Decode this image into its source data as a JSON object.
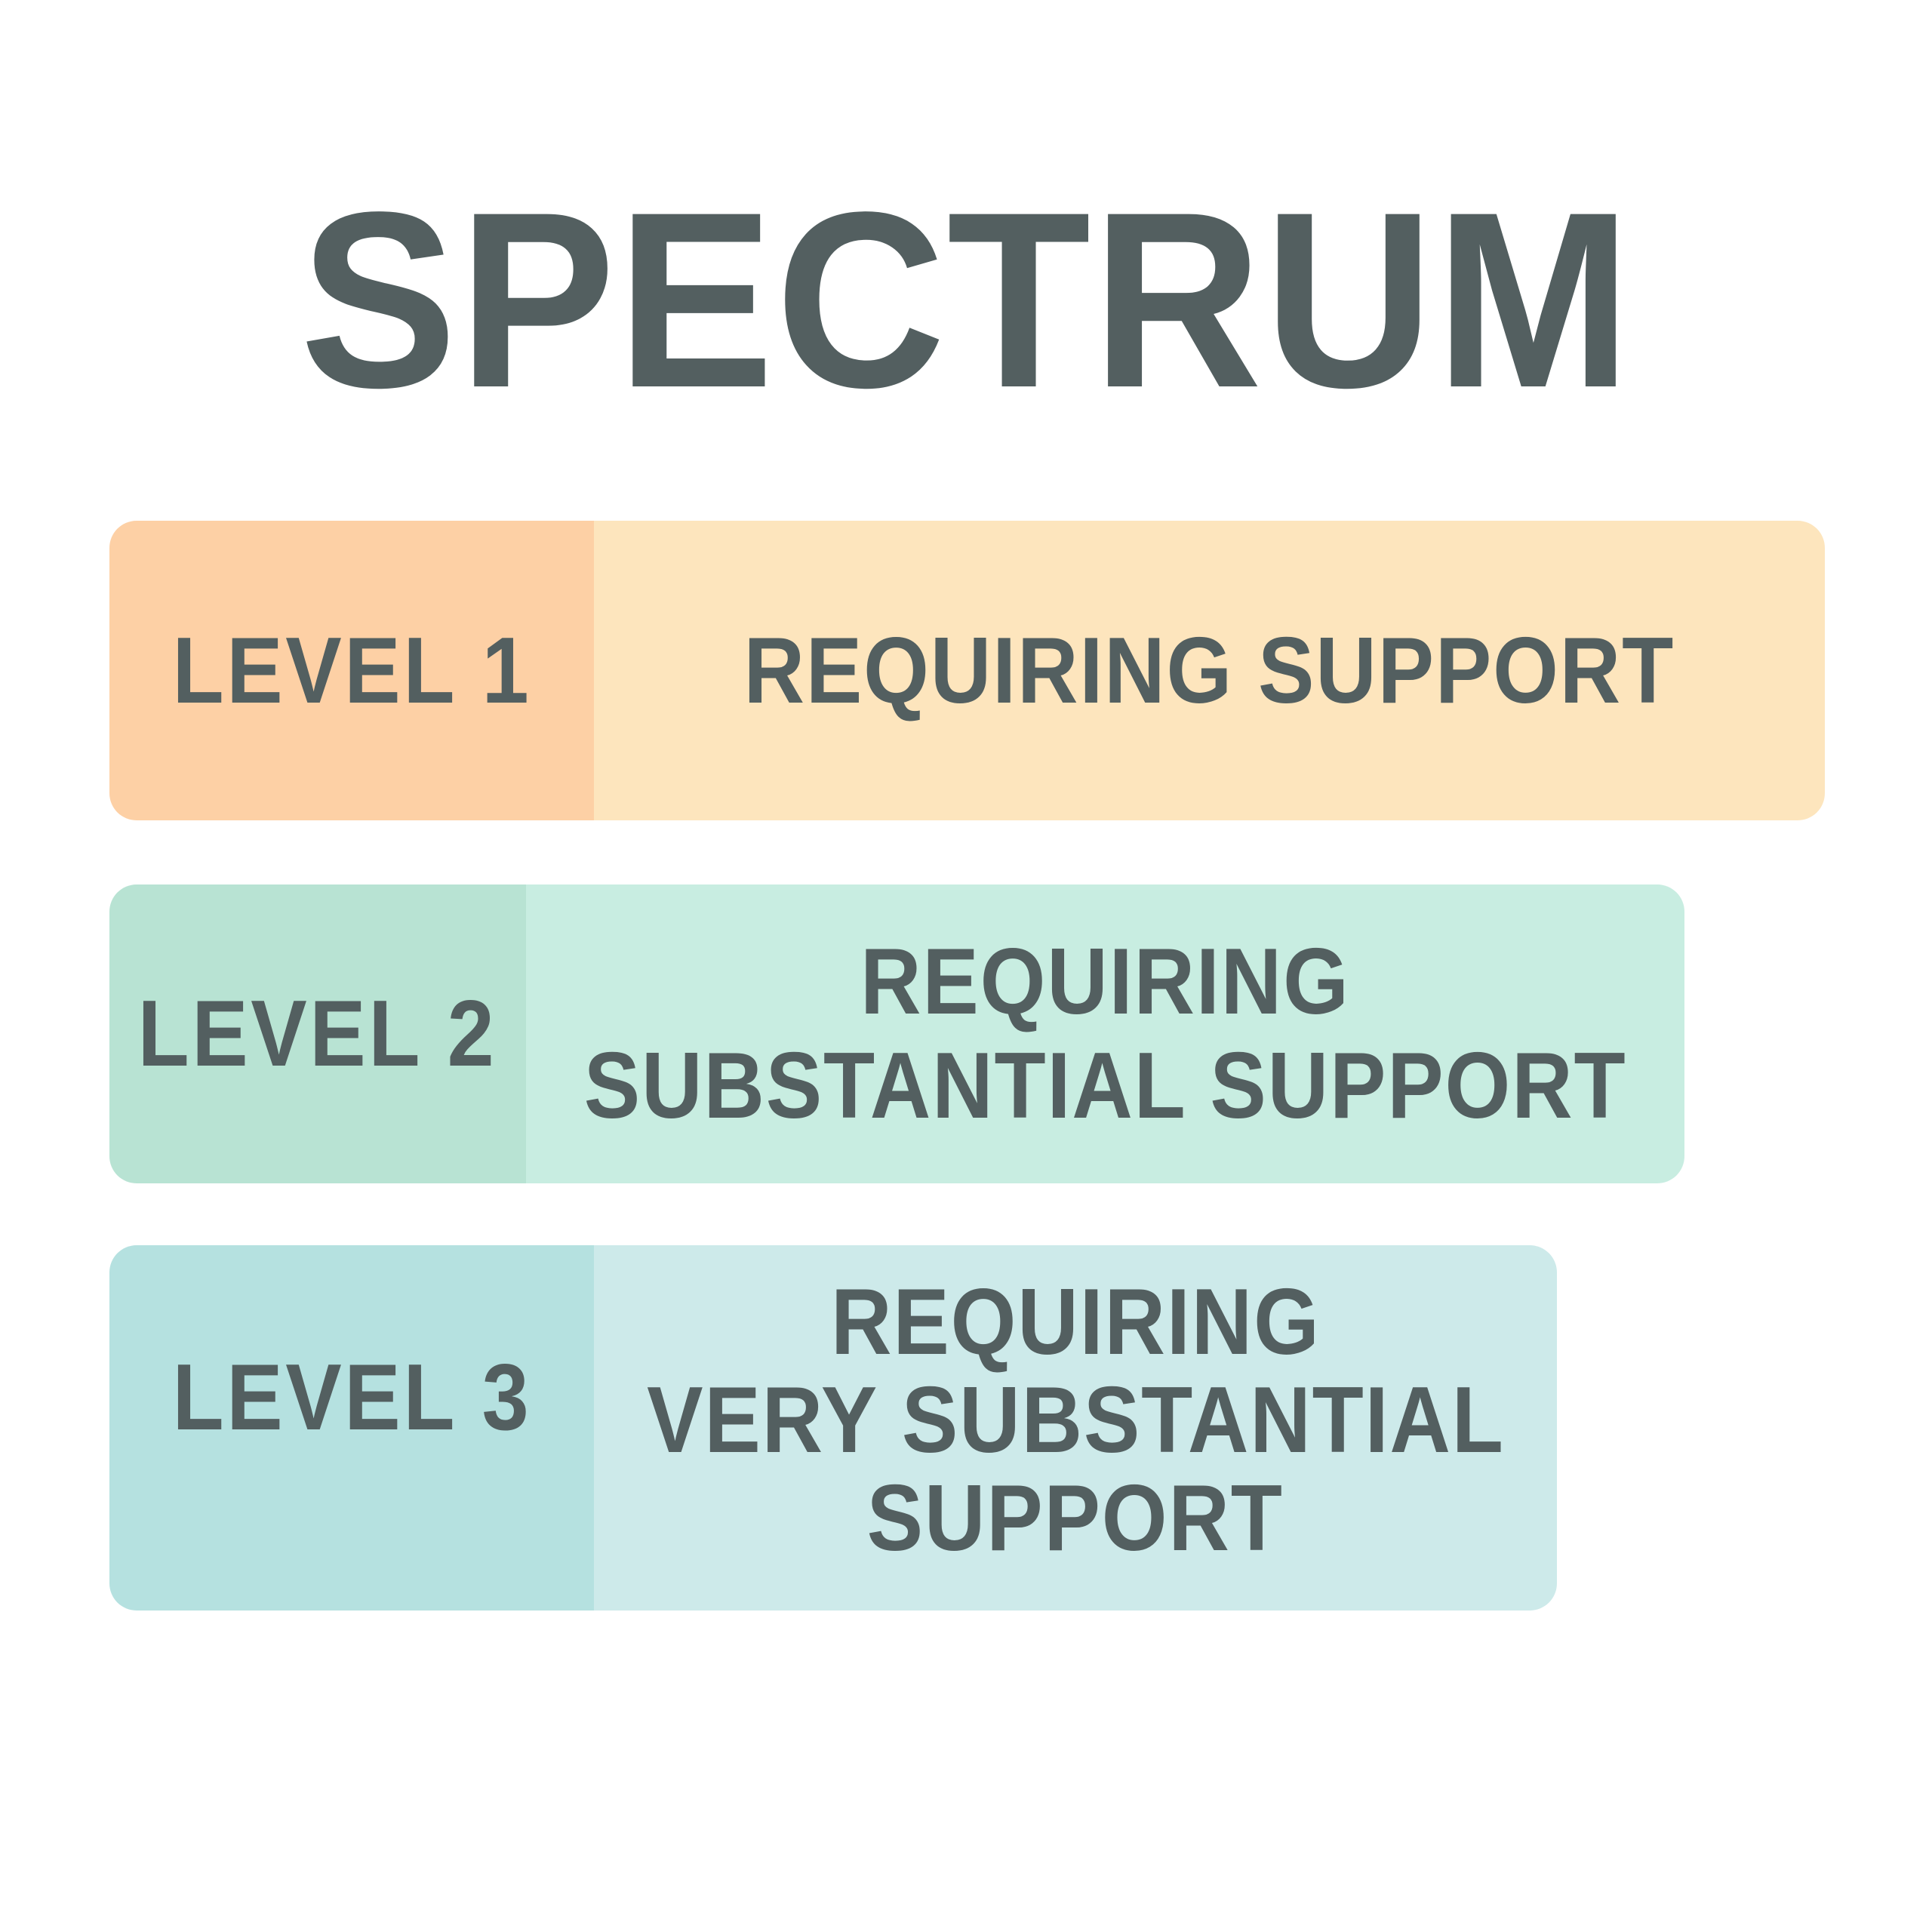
{
  "title": "SPECTRUM",
  "colors": {
    "text": "#535f60",
    "background": "#ffffff"
  },
  "levels": [
    {
      "label": "LEVEL 1",
      "description_lines": [
        "REQUIRING SUPPORT"
      ],
      "left_color": "#fdd0a5",
      "right_color": "#fde5bd"
    },
    {
      "label": "LEVEL 2",
      "description_lines": [
        "REQUIRING",
        "SUBSTANTIAL SUPPORT"
      ],
      "left_color": "#b8e3d3",
      "right_color": "#c8ede1"
    },
    {
      "label": "LEVEL 3",
      "description_lines": [
        "REQUIRING",
        "VERY SUBSTANTIAL",
        "SUPPORT"
      ],
      "left_color": "#b5e1e0",
      "right_color": "#cdeaea"
    }
  ]
}
